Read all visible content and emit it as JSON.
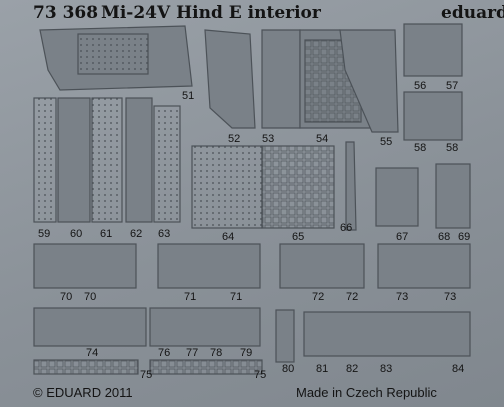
{
  "sheet": {
    "code": "73 368",
    "title": "Mi-24V Hind E interior",
    "brand": "eduard",
    "copyright": "© EDUARD 2011",
    "origin": "Made in Czech Republic"
  },
  "part_numbers": [
    "51",
    "52",
    "53",
    "54",
    "55",
    "56",
    "57",
    "58",
    "58",
    "59",
    "60",
    "61",
    "62",
    "63",
    "64",
    "65",
    "66",
    "67",
    "68",
    "69",
    "70",
    "70",
    "71",
    "71",
    "72",
    "72",
    "73",
    "73",
    "74",
    "75",
    "75",
    "76",
    "77",
    "78",
    "79",
    "80",
    "81",
    "82",
    "83",
    "84"
  ],
  "colors": {
    "fret": "#8f969d",
    "etch": "#6e757c",
    "frame": "#525960",
    "text": "#141414"
  }
}
